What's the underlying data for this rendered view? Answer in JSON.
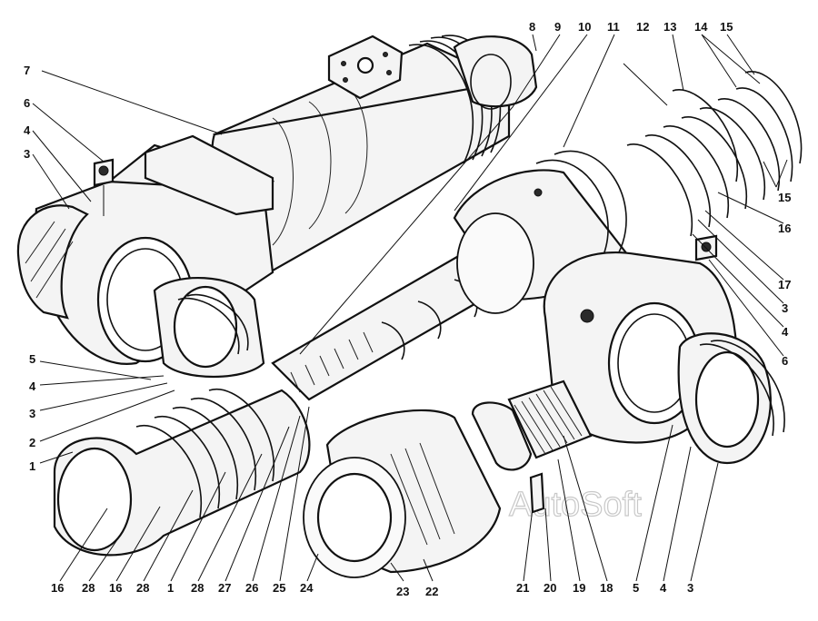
{
  "watermark": "AutoSoft",
  "callouts": [
    {
      "id": "c7",
      "text": "7"
    },
    {
      "id": "c6",
      "text": "6"
    },
    {
      "id": "c4",
      "text": "4"
    },
    {
      "id": "c3",
      "text": "3"
    },
    {
      "id": "c8",
      "text": "8"
    },
    {
      "id": "c9",
      "text": "9"
    },
    {
      "id": "c10",
      "text": "10"
    },
    {
      "id": "c11",
      "text": "11"
    },
    {
      "id": "c12",
      "text": "12"
    },
    {
      "id": "c13",
      "text": "13"
    },
    {
      "id": "c14",
      "text": "14"
    },
    {
      "id": "c15",
      "text": "15"
    },
    {
      "id": "c15b",
      "text": "15"
    },
    {
      "id": "c16r",
      "text": "16"
    },
    {
      "id": "c17",
      "text": "17"
    },
    {
      "id": "c3r",
      "text": "3"
    },
    {
      "id": "c4r",
      "text": "4"
    },
    {
      "id": "c6r",
      "text": "6"
    },
    {
      "id": "c5",
      "text": "5"
    },
    {
      "id": "c4l",
      "text": "4"
    },
    {
      "id": "c3l",
      "text": "3"
    },
    {
      "id": "c2",
      "text": "2"
    },
    {
      "id": "c1",
      "text": "1"
    },
    {
      "id": "b16",
      "text": "16"
    },
    {
      "id": "b28",
      "text": "28"
    },
    {
      "id": "b16b",
      "text": "16"
    },
    {
      "id": "b28b",
      "text": "28"
    },
    {
      "id": "b1",
      "text": "1"
    },
    {
      "id": "b28c",
      "text": "28"
    },
    {
      "id": "b27",
      "text": "27"
    },
    {
      "id": "b26",
      "text": "26"
    },
    {
      "id": "b25",
      "text": "25"
    },
    {
      "id": "b24",
      "text": "24"
    },
    {
      "id": "b23",
      "text": "23"
    },
    {
      "id": "b22",
      "text": "22"
    },
    {
      "id": "b21",
      "text": "21"
    },
    {
      "id": "b20",
      "text": "20"
    },
    {
      "id": "b19",
      "text": "19"
    },
    {
      "id": "b18",
      "text": "18"
    },
    {
      "id": "b5",
      "text": "5"
    },
    {
      "id": "b4",
      "text": "4"
    },
    {
      "id": "b3",
      "text": "3"
    }
  ]
}
